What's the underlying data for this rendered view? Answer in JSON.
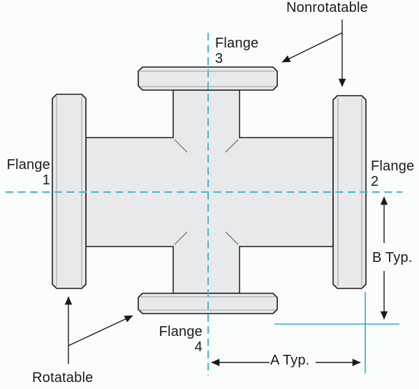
{
  "figure": {
    "labels": {
      "nonrotatable": "Nonrotatable",
      "rotatable": "Rotatable",
      "flange1_line1": "Flange",
      "flange1_line2": "1",
      "flange2_line1": "Flange",
      "flange2_line2": "2",
      "flange3_line1": "Flange",
      "flange3_line2": "3",
      "flange4_line1": "Flange",
      "flange4_line2": "4",
      "dim_a": "A Typ.",
      "dim_b": "B Typ."
    },
    "colors": {
      "body_fill": "#e8e9ea",
      "outline": "#1a1a1a",
      "bevel_line": "#9a9b9d",
      "corner_tick": "#77787b",
      "centerline_dashed": "#41b6e8",
      "extension_line": "#29abe1",
      "label_text": "#1a1a1a"
    }
  }
}
